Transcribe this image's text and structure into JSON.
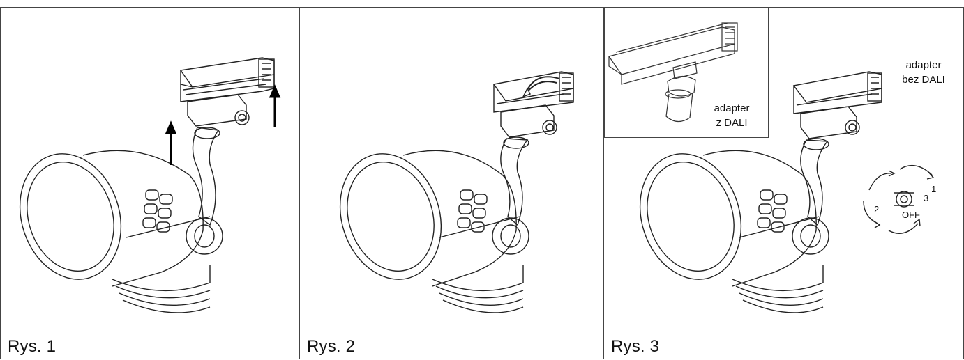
{
  "figures": [
    {
      "caption": "Rys. 1"
    },
    {
      "caption": "Rys. 2"
    },
    {
      "caption": "Rys. 3"
    }
  ],
  "inset": {
    "label_line1": "adapter",
    "label_line2": "z DALI"
  },
  "adapter_no_dali": {
    "label_line1": "adapter",
    "label_line2": "bez DALI"
  },
  "dial": {
    "positions": [
      "1",
      "2",
      "3",
      "OFF"
    ]
  }
}
